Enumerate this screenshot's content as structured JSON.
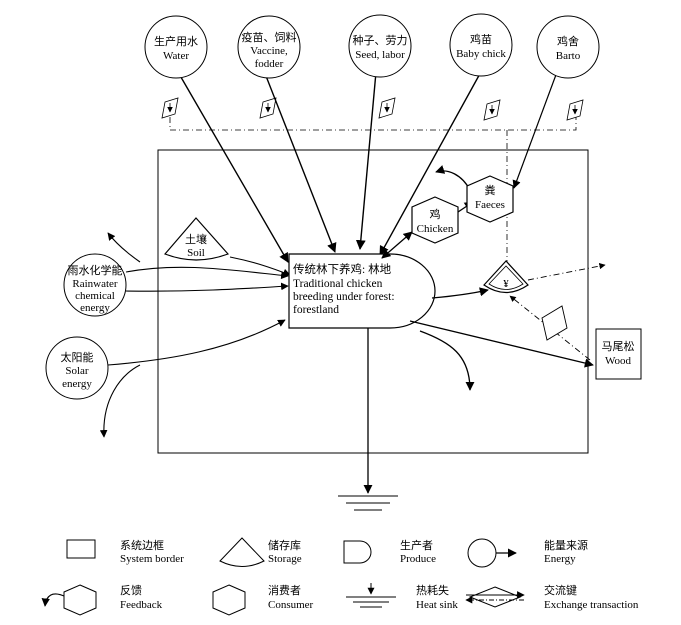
{
  "sources_top": [
    {
      "id": "water",
      "cn": "生产用水",
      "en": "Water"
    },
    {
      "id": "vaccine",
      "cn": "疫苗、饲料",
      "en1": "Vaccine,",
      "en2": "fodder"
    },
    {
      "id": "seed",
      "cn": "种子、劳力",
      "en": "Seed, labor"
    },
    {
      "id": "chick",
      "cn": "鸡苗",
      "en": "Baby chick"
    },
    {
      "id": "barto",
      "cn": "鸡舍",
      "en": "Barto"
    }
  ],
  "sources_left": [
    {
      "id": "rain",
      "cn": "雨水化学能",
      "en1": "Rainwater",
      "en2": "chemical",
      "en3": "energy"
    },
    {
      "id": "solar",
      "cn": "太阳能",
      "en1": "Solar",
      "en2": "energy"
    }
  ],
  "storage": {
    "cn": "土壤",
    "en": "Soil"
  },
  "producer": {
    "cn": "传统林下养鸡: 林地",
    "en1": "Traditional chicken",
    "en2": "breeding under forest:",
    "en3": "forestland"
  },
  "consumers": [
    {
      "id": "chicken",
      "cn": "鸡",
      "en": "Chicken"
    },
    {
      "id": "faeces",
      "cn": "粪",
      "en": "Faeces"
    }
  ],
  "money_symbol": "¥",
  "output": {
    "cn": "马尾松",
    "en": "Wood"
  },
  "legend": [
    {
      "id": "border",
      "cn": "系统边框",
      "en": "System border"
    },
    {
      "id": "storage",
      "cn": "储存库",
      "en": "Storage"
    },
    {
      "id": "produce",
      "cn": "生产者",
      "en": "Produce"
    },
    {
      "id": "energy",
      "cn": "能量来源",
      "en": "Energy"
    },
    {
      "id": "feedback",
      "cn": "反馈",
      "en": "Feedback"
    },
    {
      "id": "consumer",
      "cn": "消费者",
      "en": "Consumer"
    },
    {
      "id": "heatsink",
      "cn": "热耗失",
      "en": "Heat sink"
    },
    {
      "id": "exchange",
      "cn": "交流键",
      "en": "Exchange transaction"
    }
  ]
}
